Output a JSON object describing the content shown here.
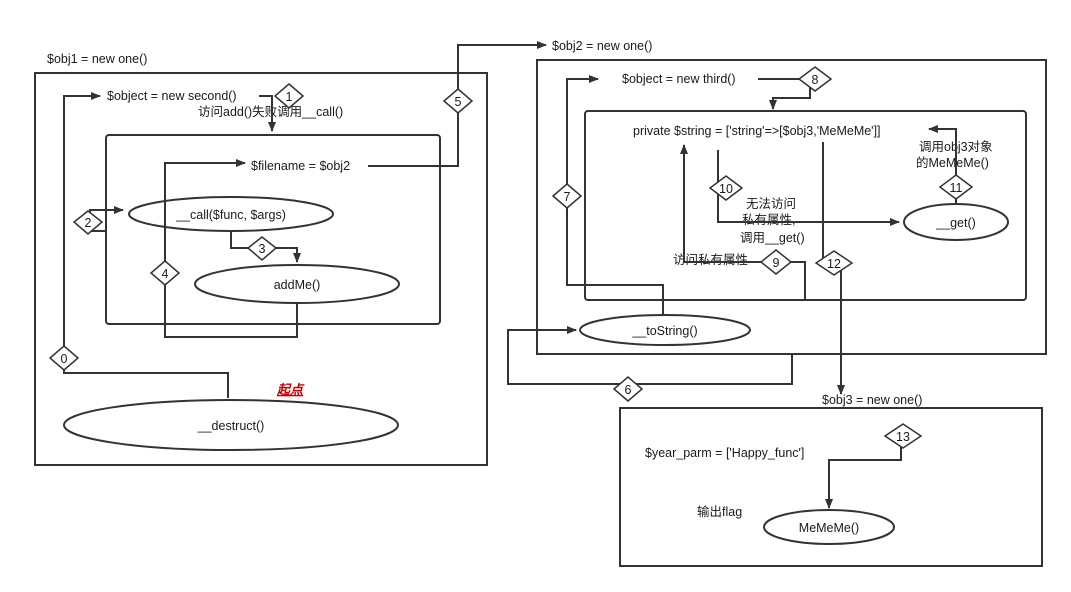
{
  "labels": {
    "obj1_title": "$obj1 = new one()",
    "obj1_object": "$object = new second()",
    "obj1_note": "访问add()失败调用__call()",
    "obj1_filename": "$filename = $obj2",
    "obj1_call": "__call($func, $args)",
    "obj1_addme": "addMe()",
    "obj1_destruct": "__destruct()",
    "start": "起点",
    "obj2_title": "$obj2 = new one()",
    "obj2_object": "$object = new third()",
    "obj2_string": "private $string = ['string'=>[$obj3,'MeMeMe']]",
    "obj2_note_call_line1": "调用obj3对象",
    "obj2_note_call_line2": "的MeMeMe()",
    "obj2_note_private_line1": "无法访问",
    "obj2_note_private_line2": "私有属性,",
    "obj2_note_private_line3": "调用__get()",
    "obj2_get": "__get()",
    "obj2_access": "访问私有属性",
    "obj2_tostring": "__toString()",
    "obj3_title": "$obj3 = new one()",
    "obj3_year": "$year_parm = ['Happy_func']",
    "obj3_output": "输出flag",
    "obj3_mememe": "MeMeMe()"
  },
  "steps": [
    "0",
    "1",
    "2",
    "3",
    "4",
    "5",
    "6",
    "7",
    "8",
    "9",
    "10",
    "11",
    "12",
    "13"
  ]
}
